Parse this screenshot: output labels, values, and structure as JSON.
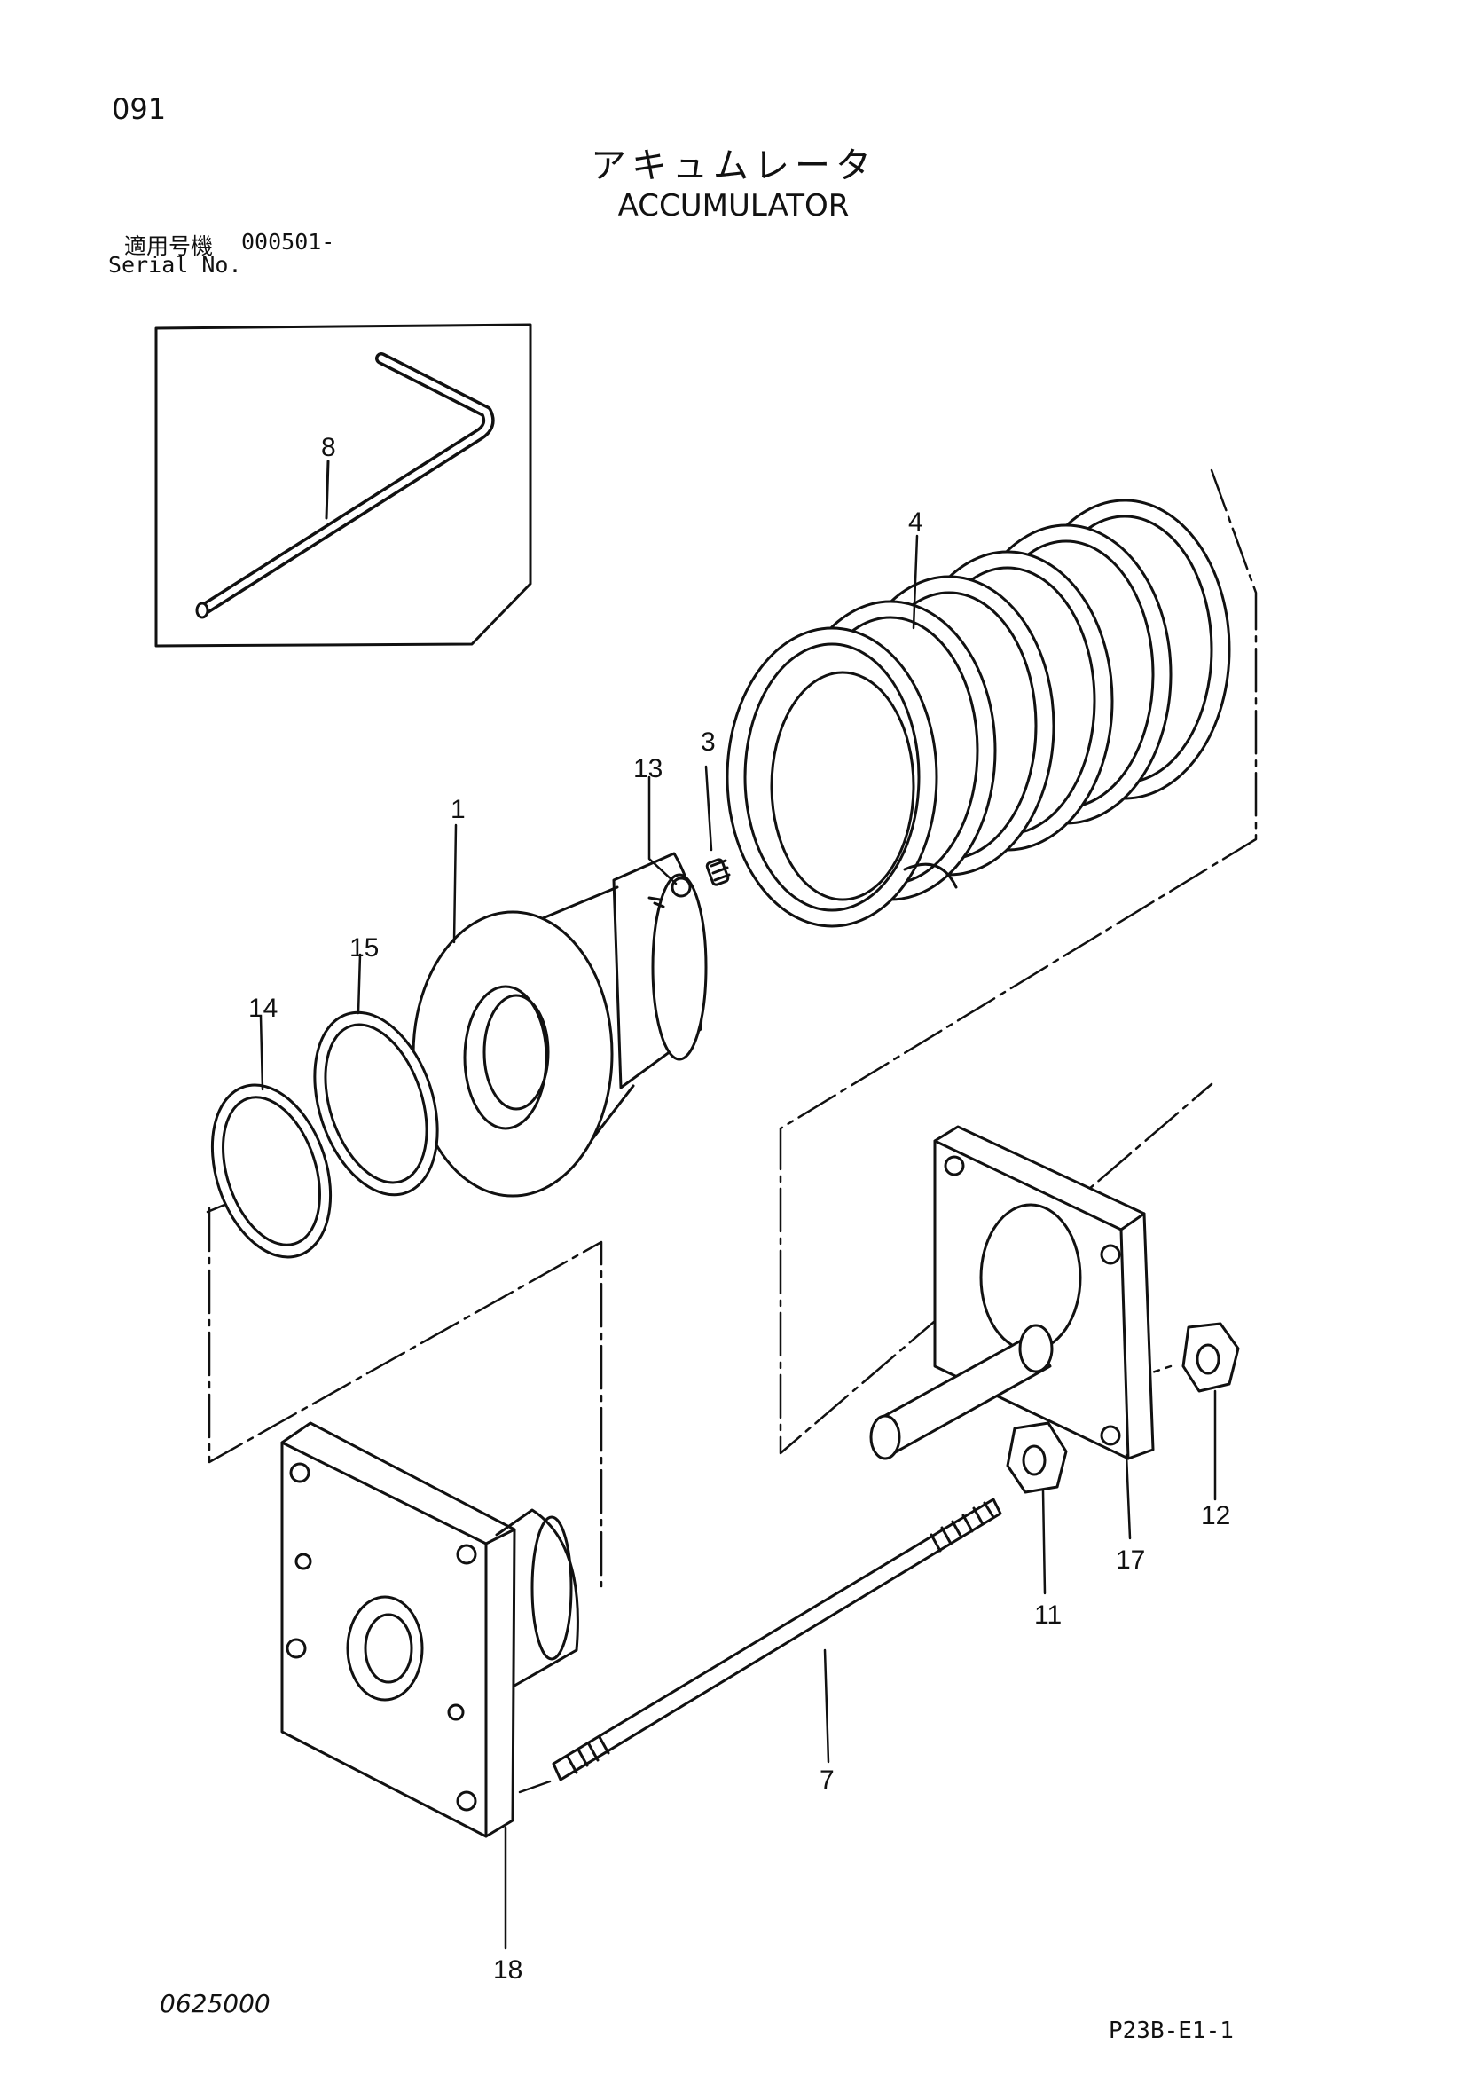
{
  "header": {
    "page_number": "091",
    "title_jp": "アキュムレータ",
    "title_en": "ACCUMULATOR",
    "serial_label_jp": "適用号機",
    "serial_number": "000501-",
    "serial_label_en": "Serial No."
  },
  "callouts": {
    "c1": "1",
    "c3": "3",
    "c4": "4",
    "c7": "7",
    "c8": "8",
    "c11": "11",
    "c12": "12",
    "c13": "13",
    "c14": "14",
    "c15": "15",
    "c17": "17",
    "c18": "18"
  },
  "footer": {
    "drawing_number": "0625000",
    "ref_code": "P23B-E1-1"
  }
}
